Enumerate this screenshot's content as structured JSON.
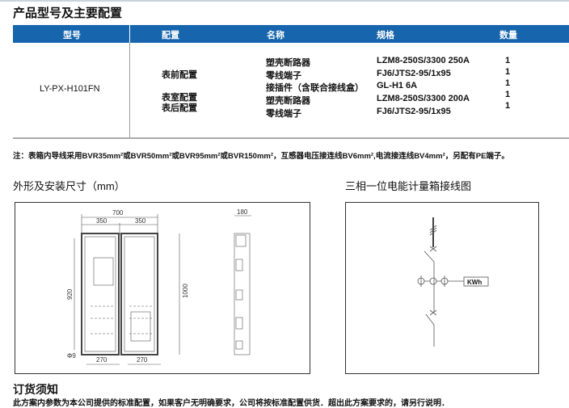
{
  "title": "产品型号及主要配置",
  "table": {
    "headers": [
      "型号",
      "配置",
      "名称",
      "规格",
      "数量"
    ],
    "model": "LY-PX-H101FN",
    "configs": [
      "表前配置",
      "表室配置",
      "表后配置"
    ],
    "rows": [
      {
        "name": "塑壳断路器",
        "spec": "LZM8-250S/3300 250A",
        "qty": "1"
      },
      {
        "name": "零线端子",
        "spec": "FJ6/JTS2-95/1x95",
        "qty": "1"
      },
      {
        "name": "接插件（含联合接线盒）",
        "spec": "GL-H1 6A",
        "qty": "1"
      },
      {
        "name": "塑壳断路器",
        "spec": "LZM8-250S/3300 200A",
        "qty": "1"
      },
      {
        "name": "零线端子",
        "spec": "FJ6/JTS2-95/1x95",
        "qty": "1"
      }
    ]
  },
  "note": "注：表箱内导线采用BVR35mm²或BVR50mm²或BVR95mm²或BVR150mm²，互感器电压接连线BV6mm²,电流接连线BV4mm²，另配有PE端子。",
  "dimensions": {
    "title": "外形及安装尺寸（mm）",
    "labels": {
      "total_width": "700",
      "half_left": "350",
      "half_right": "350",
      "height_inner": "920",
      "height_total": "1000",
      "bottom_left": "270",
      "bottom_right": "270",
      "hole": "Φ9",
      "depth": "180"
    }
  },
  "wiring": {
    "title": "三相一位电能计量箱接线图",
    "meter": "KWh"
  },
  "footer": {
    "title": "订货须知",
    "text": "此方案内参数为本公司提供的标准配置，如果客户无明确要求，公司将按标准配置供货．超出此方案要求的，请另行说明．"
  }
}
